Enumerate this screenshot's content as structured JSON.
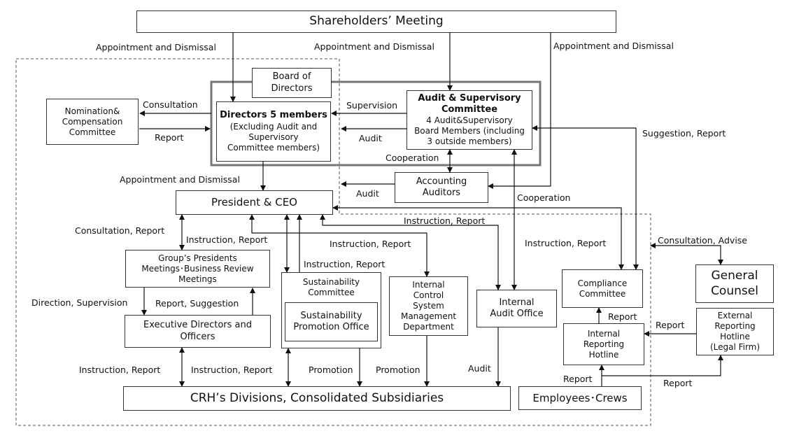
{
  "boxes": {
    "shareholders": "Shareholders’ Meeting",
    "board": [
      "Board of",
      "Directors"
    ],
    "directors_title": "Directors 5 members",
    "directors_sub": [
      "(Excluding Audit and",
      "Supervisory",
      "Committee members)"
    ],
    "audit_title": [
      "Audit & Supervisory",
      "Committee"
    ],
    "audit_sub": [
      "4 Audit&Supervisory",
      "Board Members (including",
      "3 outside members)"
    ],
    "nomination": [
      "Nomination&",
      "Compensation",
      "Committee"
    ],
    "accounting": [
      "Accounting",
      "Auditors"
    ],
    "president": "President & CEO",
    "group_meetings": [
      "Group’s Presidents",
      "Meetings･Business Review",
      "Meetings"
    ],
    "exec_directors": [
      "Executive Directors and",
      "Officers"
    ],
    "sustain_committee": [
      "Sustainability",
      "Committee"
    ],
    "sustain_office": [
      "Sustainability",
      "Promotion Office"
    ],
    "internal_control": [
      "Internal",
      "Control",
      "System",
      "Management",
      "Department"
    ],
    "internal_audit": [
      "Internal",
      "Audit Office"
    ],
    "compliance": [
      "Compliance",
      "Committee"
    ],
    "internal_hotline": [
      "Internal",
      "Reporting",
      "Hotline"
    ],
    "general_counsel": [
      "General",
      "Counsel"
    ],
    "external_hotline": [
      "External",
      "Reporting",
      "Hotline",
      "(Legal Firm)"
    ],
    "crh": "CRH’s Divisions, Consolidated Subsidiaries",
    "employees": "Employees･Crews"
  },
  "labels": {
    "appt_left": "Appointment and Dismissal",
    "appt_mid": "Appointment and Dismissal",
    "appt_right": "Appointment and Dismissal",
    "consultation": "Consultation",
    "report_nom": "Report",
    "supervision": "Supervision",
    "audit_dir": "Audit",
    "cooperation_top": "Cooperation",
    "appt_president": "Appointment and Dismissal",
    "audit_pres": "Audit",
    "suggestion_report": "Suggestion, Report",
    "cooperation_mid": "Cooperation",
    "instruction_report_right": "Instruction, Report",
    "consultation_report": "Consultation, Report",
    "instruction_report_group": "Instruction, Report",
    "instruction_report_mid": "Instruction, Report",
    "instruction_report_sustain": "Instruction, Report",
    "instruction_report_compliance": "Instruction, Report",
    "consultation_advise": "Consultation, Advise",
    "direction_supervision": "Direction, Supervision",
    "report_suggestion": "Report, Suggestion",
    "report_compliance": "Report",
    "report_external": "Report",
    "instruction_report_left": "Instruction, Report",
    "instruction_report_center": "Instruction, Report",
    "promotion_1": "Promotion",
    "promotion_2": "Promotion",
    "audit_bottom": "Audit",
    "report_employees": "Report",
    "report_employees_right": "Report"
  }
}
